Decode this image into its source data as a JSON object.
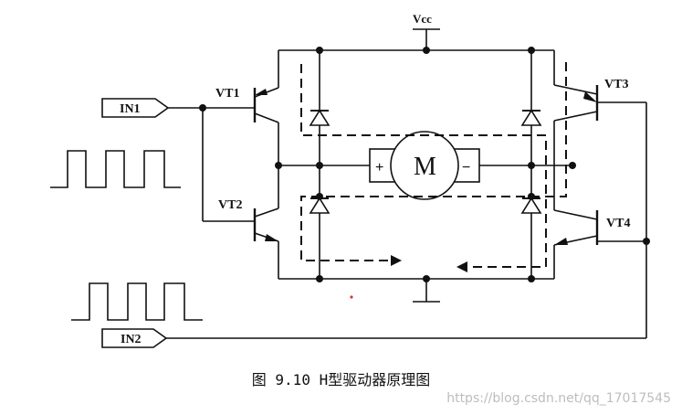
{
  "labels": {
    "vcc": "Vcc",
    "vt1": "VT1",
    "vt2": "VT2",
    "vt3": "VT3",
    "vt4": "VT4",
    "in1": "IN1",
    "in2": "IN2",
    "motor": "M",
    "plus": "+",
    "minus": "−"
  },
  "caption": "图 9.10  H型驱动器原理图",
  "watermark": "https://blog.csdn.net/qq_17017545",
  "colors": {
    "line": "#111111",
    "background": "#ffffff"
  }
}
